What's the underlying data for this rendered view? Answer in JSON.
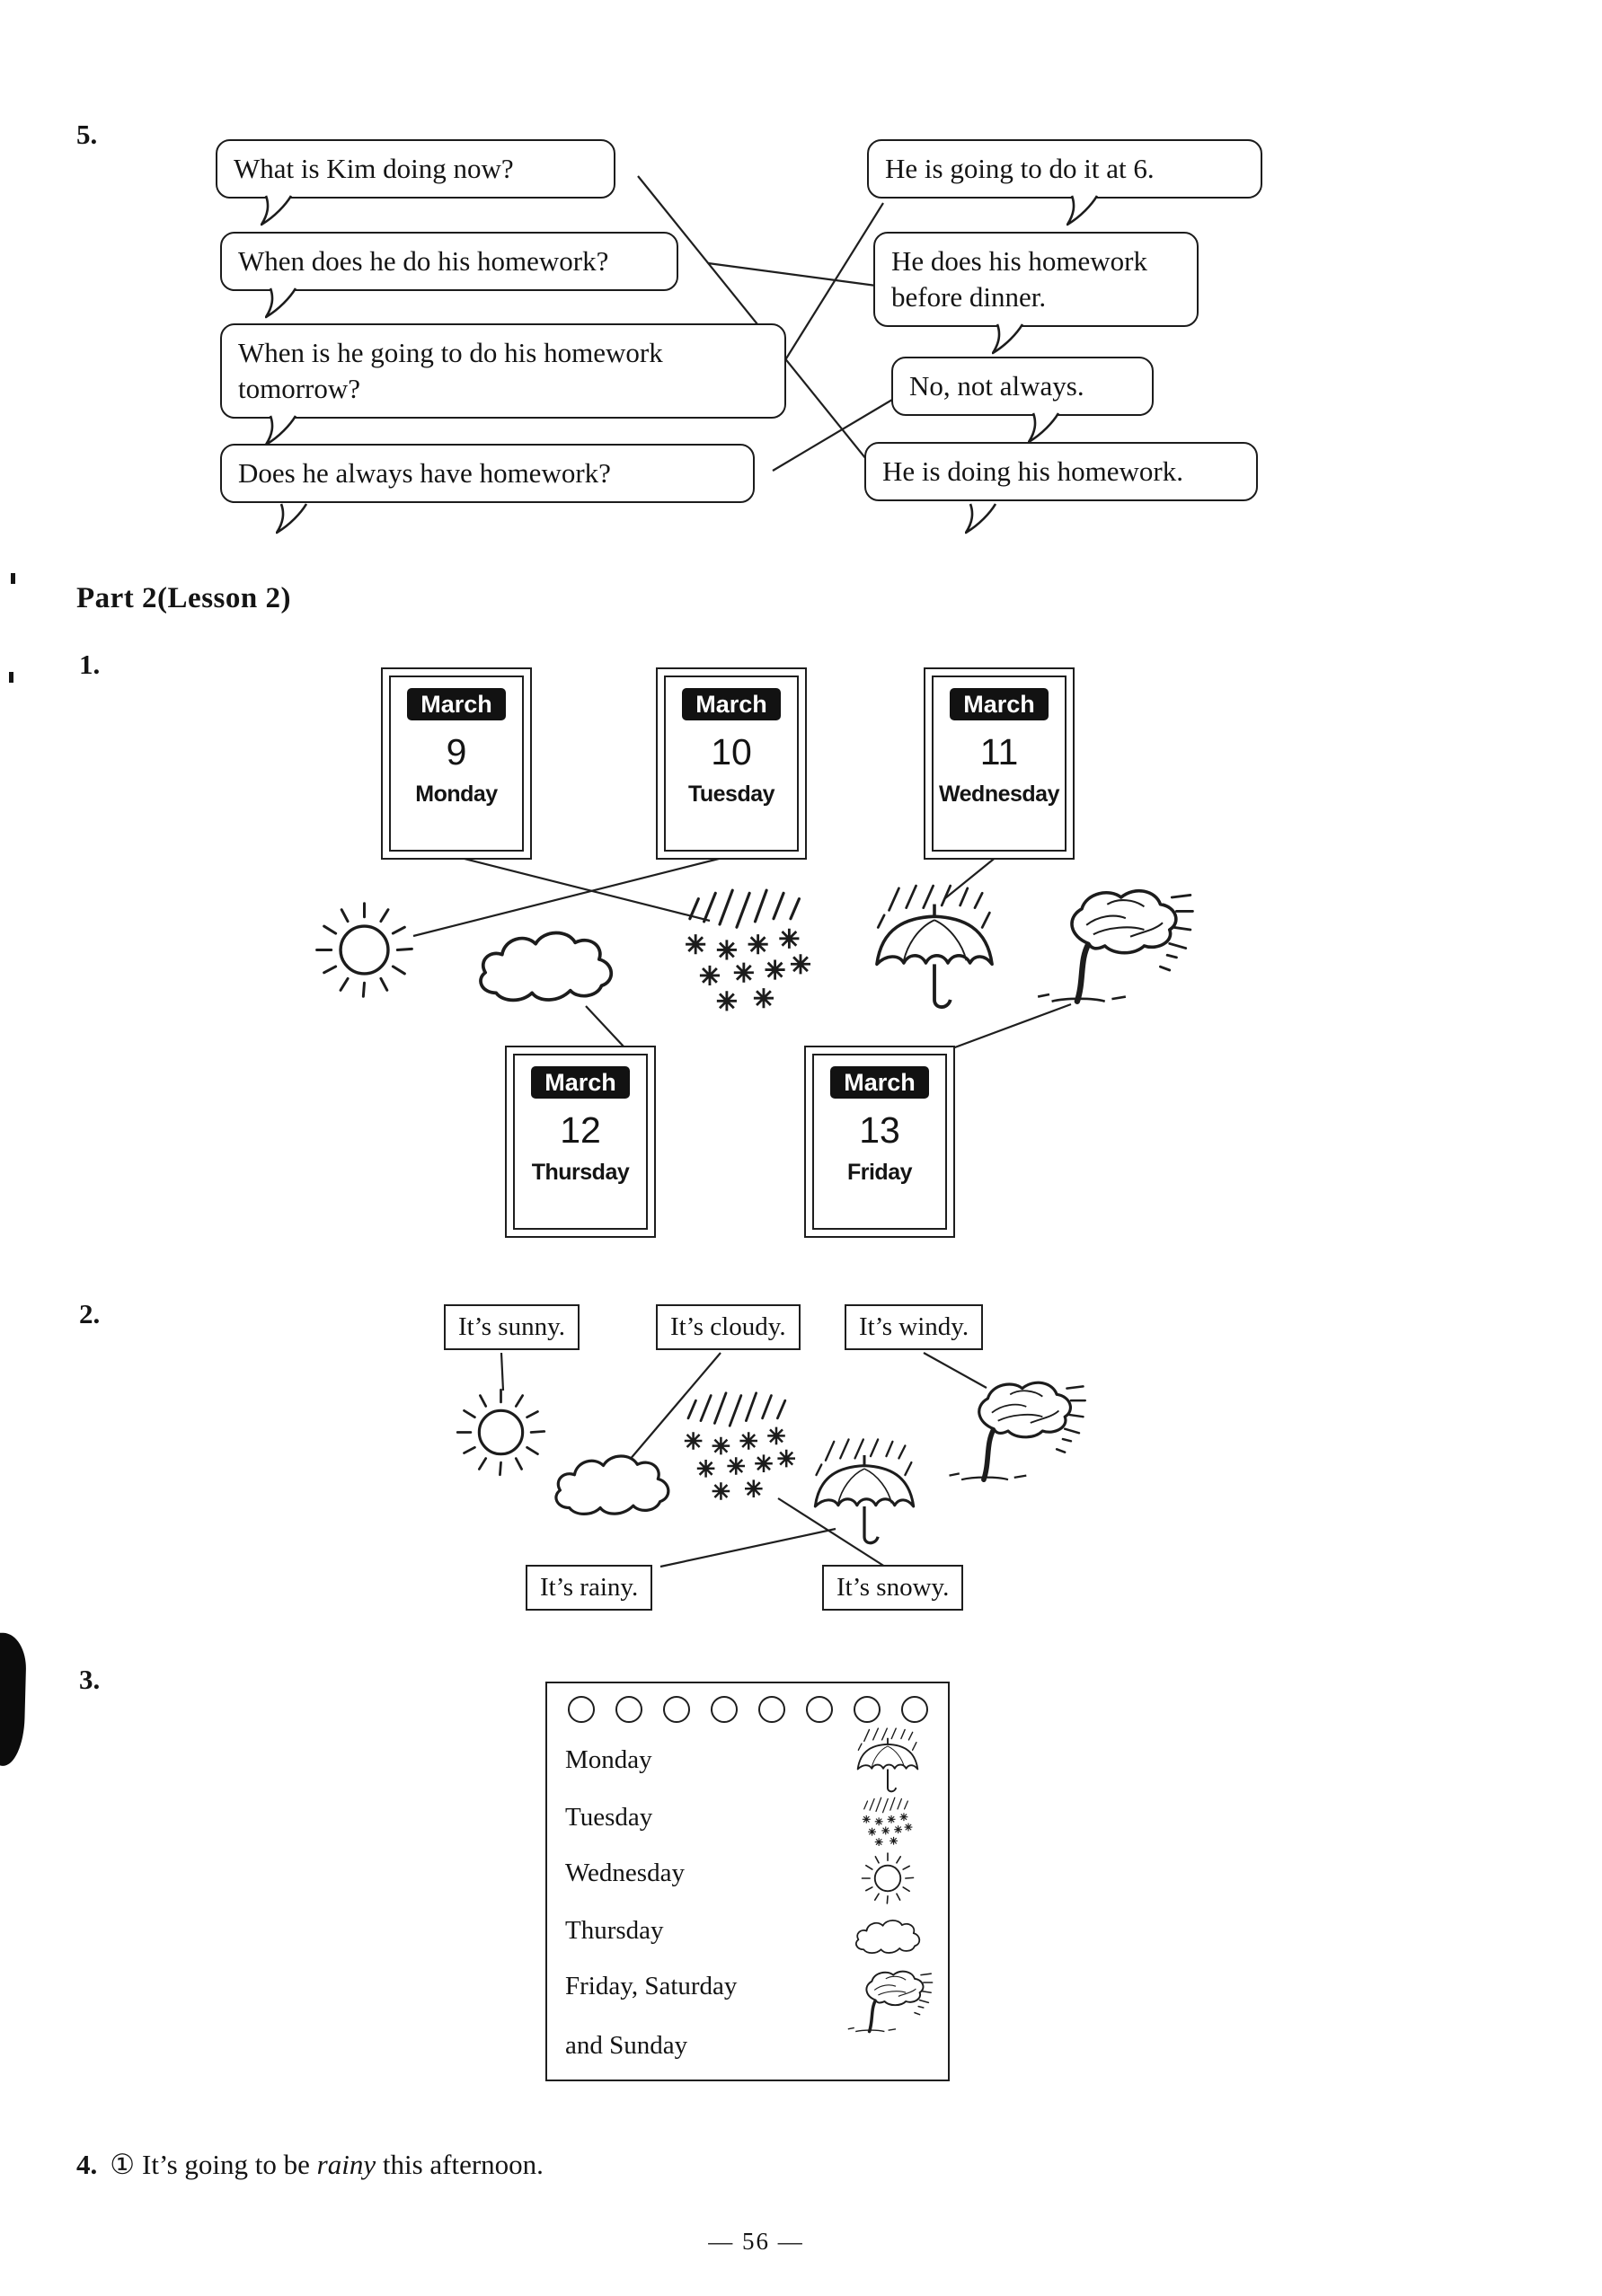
{
  "page": {
    "footer": "— 56 —"
  },
  "section5": {
    "label": "5.",
    "questions": [
      "What is Kim doing now?",
      "When does he do his homework?",
      "When is he going to do his homework tomorrow?",
      "Does he always have homework?"
    ],
    "answers": [
      "He is going to do it at 6.",
      "He does his homework before dinner.",
      "No, not always.",
      "He is doing his homework."
    ]
  },
  "part2": {
    "heading": "Part 2(Lesson 2)",
    "section1": {
      "label": "1.",
      "calendars": [
        {
          "month": "March",
          "day": "9",
          "weekday": "Monday"
        },
        {
          "month": "March",
          "day": "10",
          "weekday": "Tuesday"
        },
        {
          "month": "March",
          "day": "11",
          "weekday": "Wednesday"
        },
        {
          "month": "March",
          "day": "12",
          "weekday": "Thursday"
        },
        {
          "month": "March",
          "day": "13",
          "weekday": "Friday"
        }
      ],
      "weather_icons": [
        "sun",
        "cloud",
        "snow",
        "rain-umbrella",
        "windy-tree"
      ]
    },
    "section2": {
      "label": "2.",
      "labels_top": [
        "It’s sunny.",
        "It’s cloudy.",
        "It’s windy."
      ],
      "labels_bottom": [
        "It’s rainy.",
        "It’s snowy."
      ]
    },
    "section3": {
      "label": "3.",
      "days": [
        "Monday",
        "Tuesday",
        "Wednesday",
        "Thursday",
        "Friday, Saturday",
        "and Sunday"
      ]
    },
    "section4": {
      "label": "4.",
      "item_number": "①",
      "text_before": "It’s going to be ",
      "italic_word": "rainy",
      "text_after": " this afternoon."
    }
  }
}
